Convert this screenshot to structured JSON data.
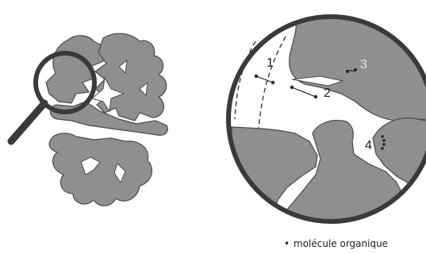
{
  "labels": {
    "site1": "1",
    "site2": "2",
    "site3": "3",
    "site4": "4"
  },
  "legend": {
    "text": "molécule organique",
    "marker": "•"
  },
  "icons": {
    "magnifier": "magnifying-glass-icon"
  },
  "colors": {
    "particle_fill": "#8f8f8f",
    "outline": "#3a3a3a",
    "background": "#ffffff"
  }
}
